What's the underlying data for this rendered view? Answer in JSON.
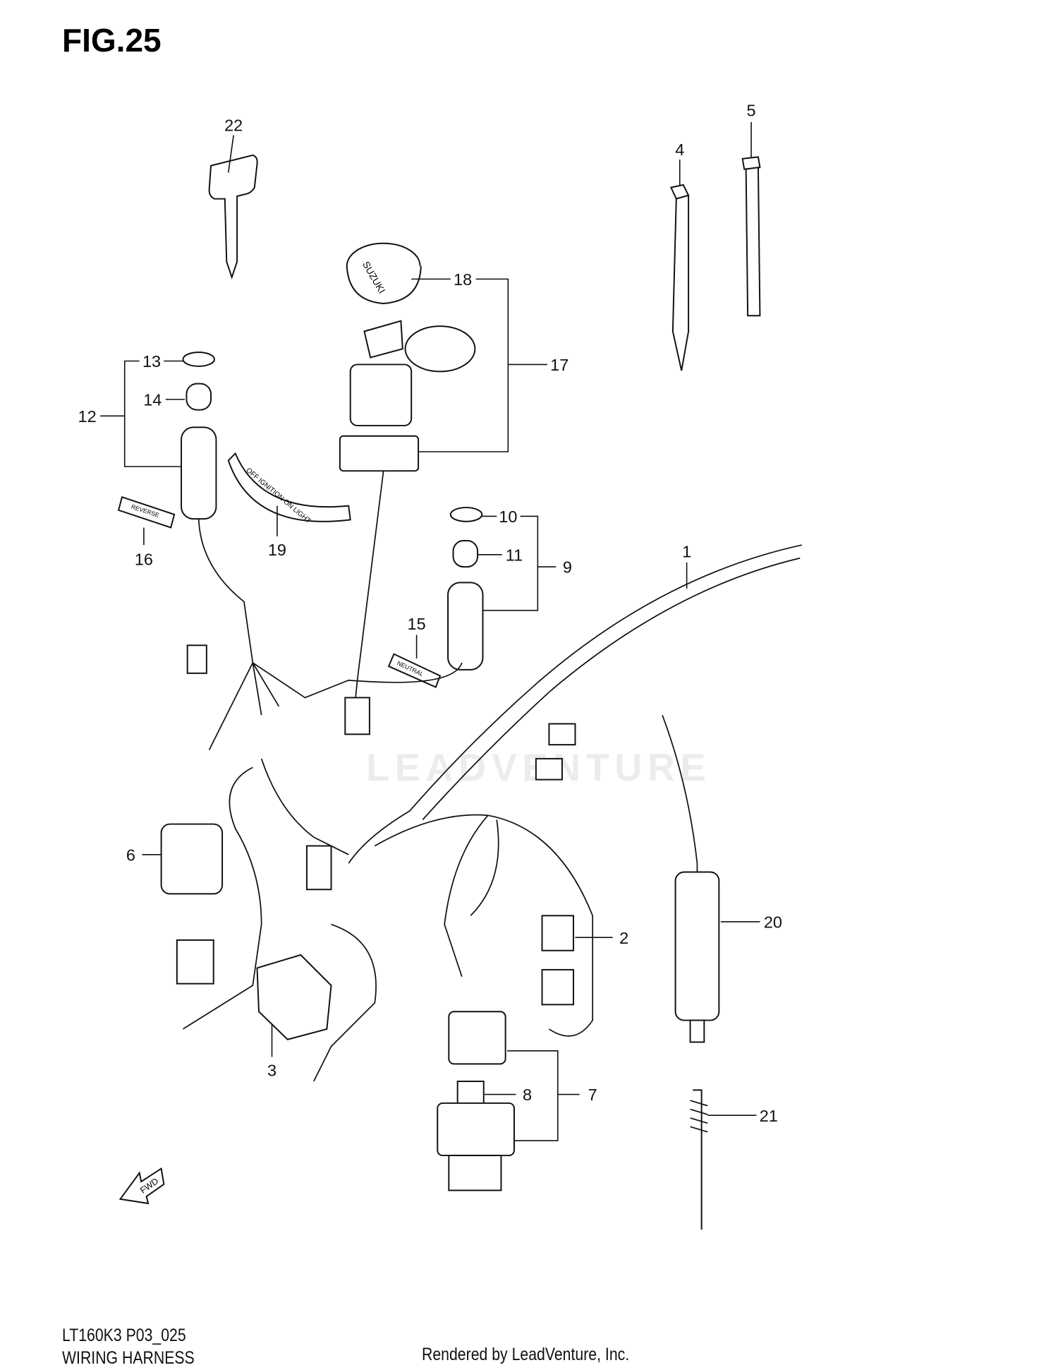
{
  "figure": {
    "title": "FIG.25",
    "model_code": "LT160K3 P03_025",
    "section": "WIRING HARNESS",
    "credit": "Rendered by LeadVenture, Inc.",
    "watermark": "LEADVENTURE"
  },
  "callouts": [
    "1",
    "2",
    "3",
    "4",
    "5",
    "6",
    "7",
    "8",
    "9",
    "10",
    "11",
    "12",
    "13",
    "14",
    "15",
    "16",
    "17",
    "18",
    "19",
    "20",
    "21",
    "22"
  ],
  "part_text": {
    "key_brand": "SUZUKI",
    "reverse_label": "REVERSE",
    "neutral_label": "NEUTRAL",
    "ignition_plate": "OFF IGNITION ON LIGHT",
    "fwd_arrow": "FWD"
  }
}
